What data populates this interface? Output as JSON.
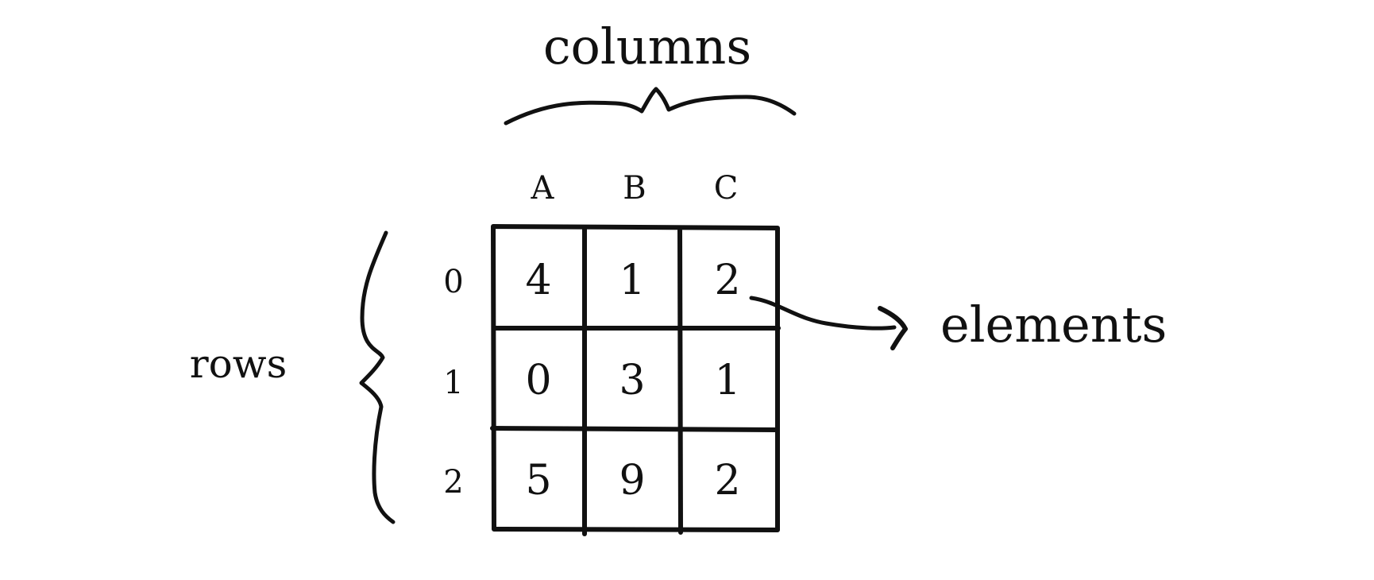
{
  "labels": {
    "columns": "columns",
    "rows": "rows",
    "elements": "elements"
  },
  "column_headers": [
    "A",
    "B",
    "C"
  ],
  "row_headers": [
    "0",
    "1",
    "2"
  ],
  "cells": [
    [
      "4",
      "1",
      "2"
    ],
    [
      "0",
      "3",
      "1"
    ],
    [
      "5",
      "9",
      "2"
    ]
  ],
  "colors": {
    "ink": "#111111",
    "background": "#ffffff"
  }
}
